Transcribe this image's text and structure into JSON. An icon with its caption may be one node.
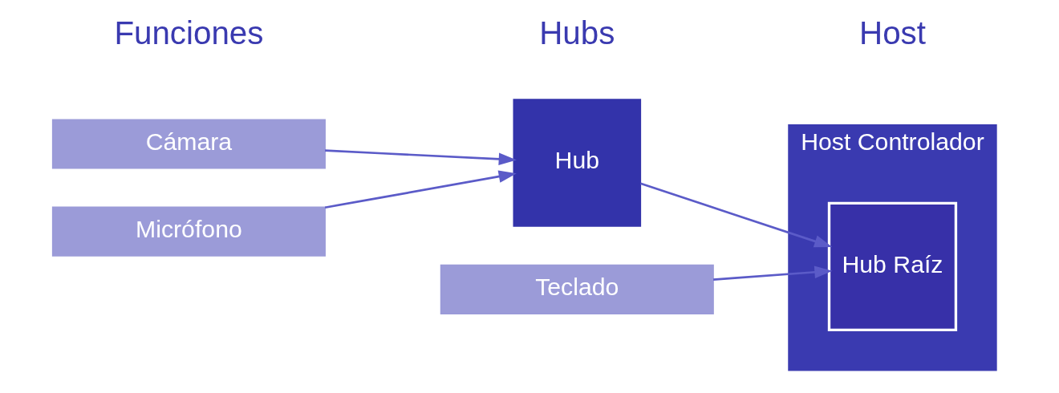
{
  "diagram": {
    "nodes": [
      {
        "text": [
          "Cámara"
        ]
      },
      {
        "text": [
          "Micrófono"
        ]
      },
      {
        "text": [
          "Hub"
        ]
      },
      {
        "text": [
          "Host Controlador"
        ]
      },
      {
        "text": [
          "Hub Raíz"
        ],
        "in": 3
      },
      {
        "text": [
          "Teclado"
        ]
      }
    ],
    "edges": [
      {
        "from": 0,
        "to": 2,
        "arrow": "to"
      },
      {
        "from": 1,
        "to": 2,
        "arrow": "to"
      },
      {
        "from": 2,
        "to": 4,
        "arrow": "to"
      },
      {
        "from": 5,
        "to": 4,
        "arrow": "to"
      }
    ],
    "labels": [
      "Funciones",
      "Hubs",
      "Host"
    ]
  }
}
